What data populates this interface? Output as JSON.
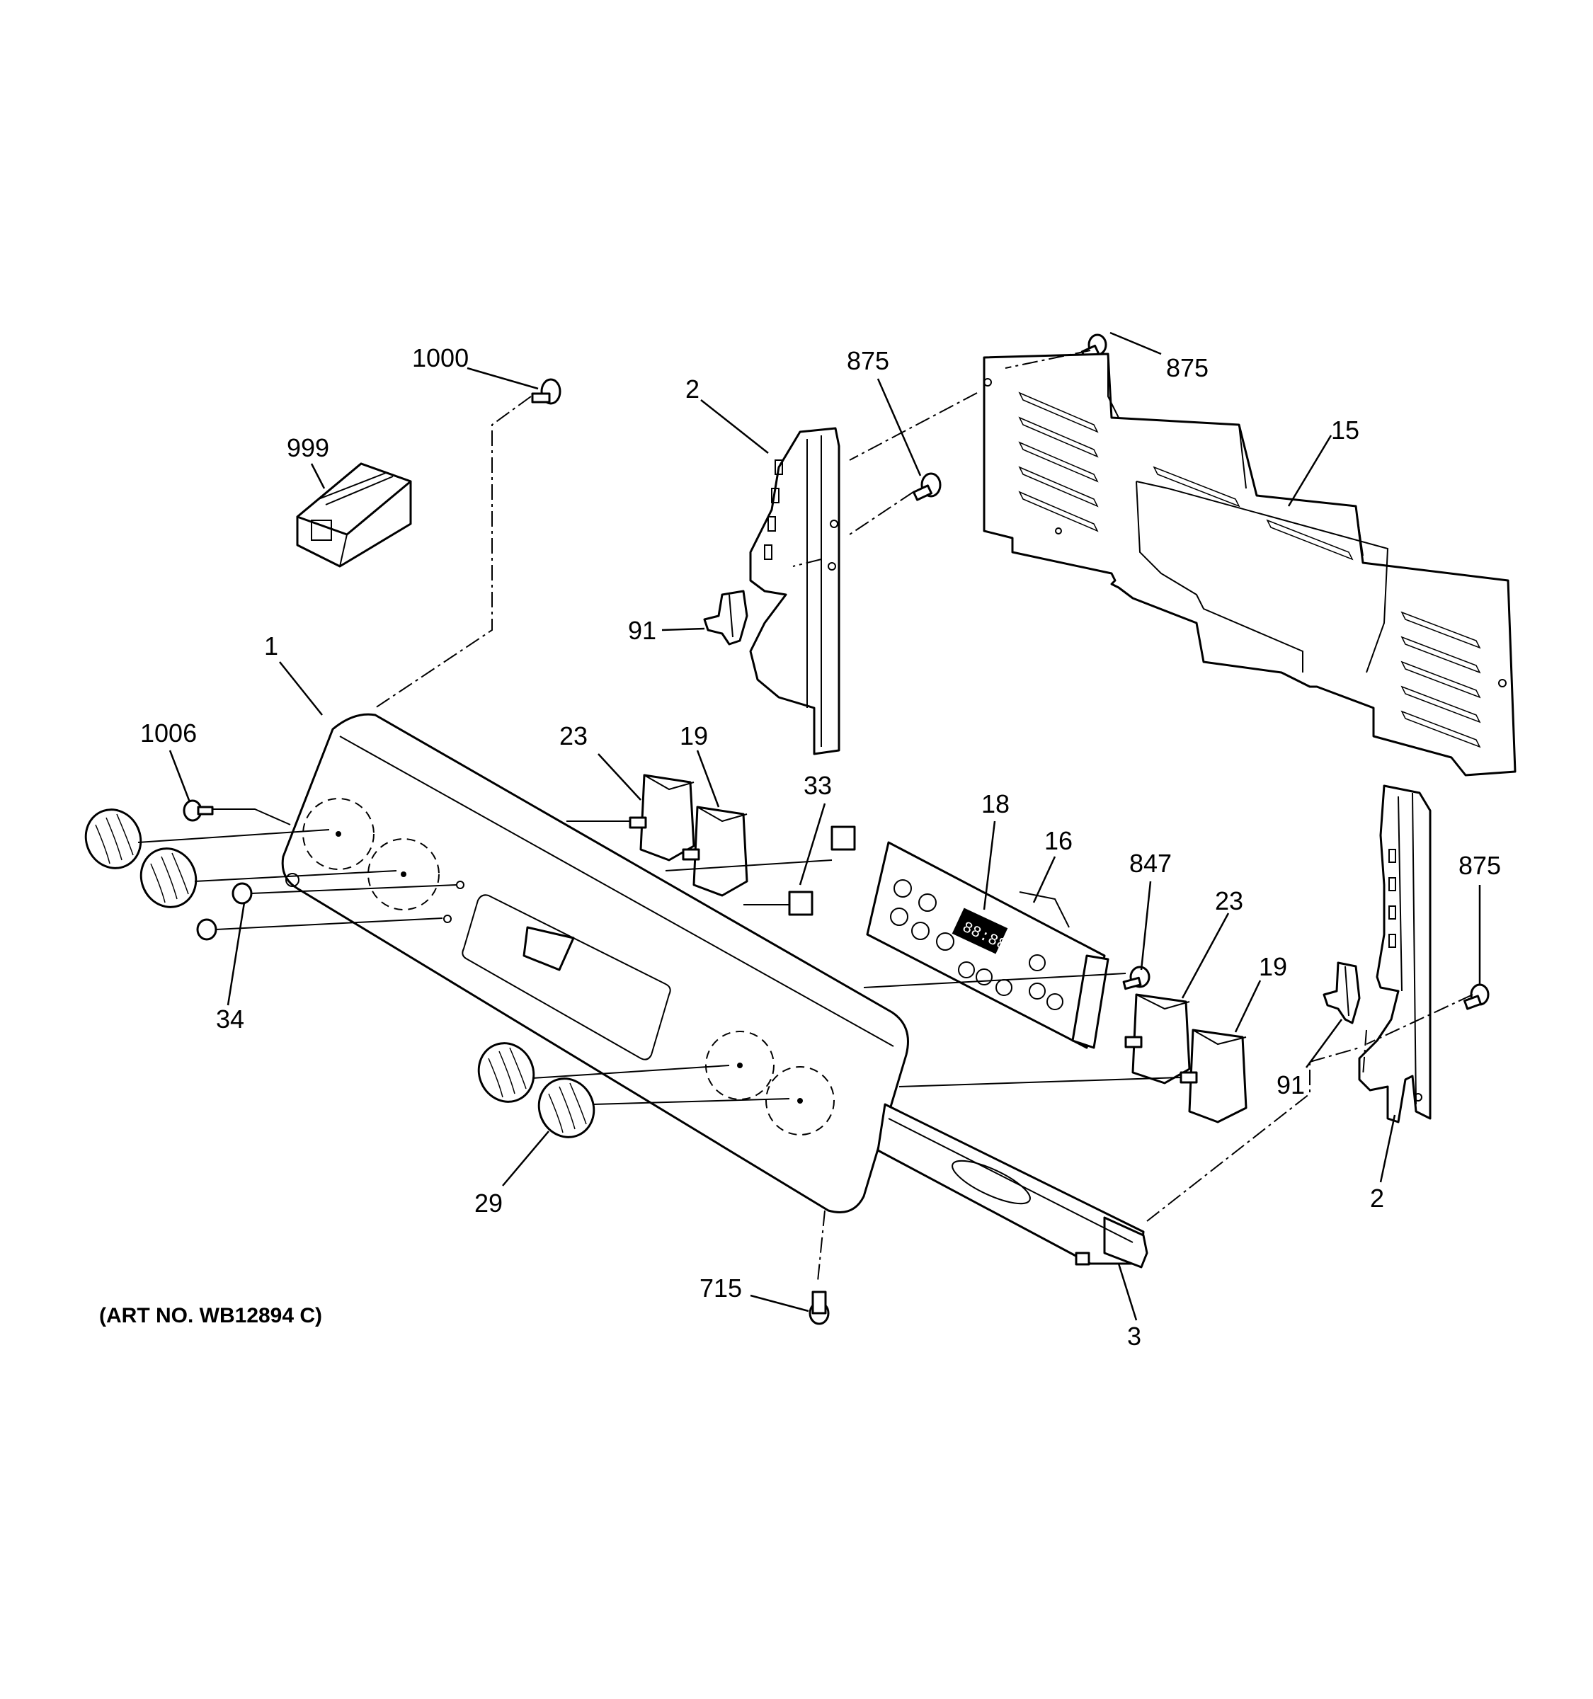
{
  "art_number": "(ART NO. WB12894 C)",
  "callouts": [
    {
      "id": "c1000a",
      "text": "1000"
    },
    {
      "id": "c999",
      "text": "999"
    },
    {
      "id": "c2a",
      "text": "2"
    },
    {
      "id": "c875a",
      "text": "875"
    },
    {
      "id": "c875b",
      "text": "875"
    },
    {
      "id": "c15",
      "text": "15"
    },
    {
      "id": "c91a",
      "text": "91"
    },
    {
      "id": "c1",
      "text": "1"
    },
    {
      "id": "c1006",
      "text": "1006"
    },
    {
      "id": "c23a",
      "text": "23"
    },
    {
      "id": "c19a",
      "text": "19"
    },
    {
      "id": "c33",
      "text": "33"
    },
    {
      "id": "c18",
      "text": "18"
    },
    {
      "id": "c16",
      "text": "16"
    },
    {
      "id": "c847",
      "text": "847"
    },
    {
      "id": "c875c",
      "text": "875"
    },
    {
      "id": "c23b",
      "text": "23"
    },
    {
      "id": "c19b",
      "text": "19"
    },
    {
      "id": "c34",
      "text": "34"
    },
    {
      "id": "c91b",
      "text": "91"
    },
    {
      "id": "c2b",
      "text": "2"
    },
    {
      "id": "c29",
      "text": "29"
    },
    {
      "id": "c715",
      "text": "715"
    },
    {
      "id": "c3",
      "text": "3"
    }
  ],
  "display_readout": "88:88"
}
